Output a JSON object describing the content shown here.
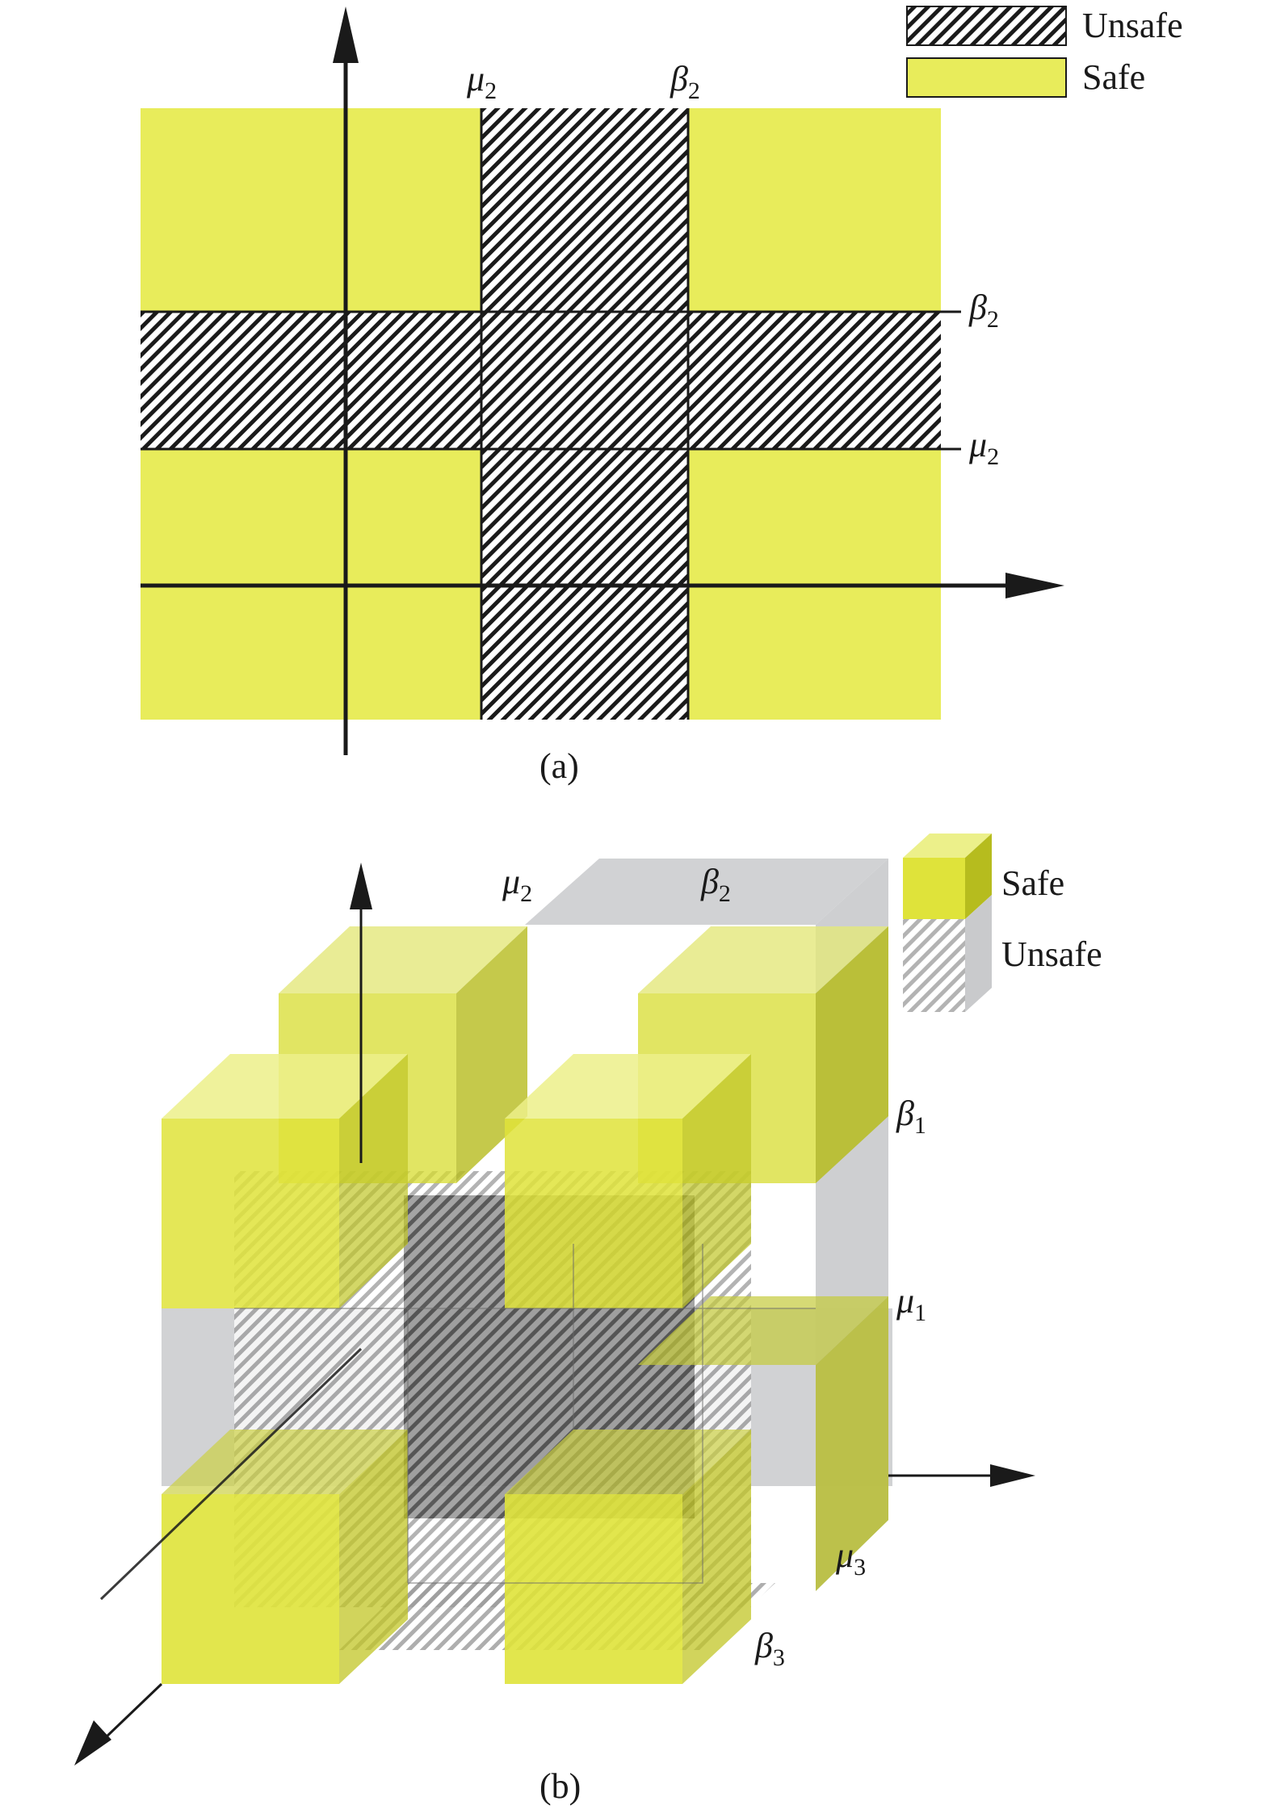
{
  "colors": {
    "safe": "#e8ec5b",
    "unsafe_hatch": "#1a1a1a",
    "unsafe_gray": "#c9cacc",
    "axis": "#1a1a1a",
    "background": "#ffffff"
  },
  "panel_a": {
    "caption": "(a)",
    "legend": {
      "unsafe_label": "Unsafe",
      "safe_label": "Safe"
    },
    "boundaries": {
      "v_left": {
        "sym": "μ",
        "sub": "2"
      },
      "v_right": {
        "sym": "β",
        "sub": "2"
      },
      "h_top": {
        "sym": "β",
        "sub": "2"
      },
      "h_bottom": {
        "sym": "μ",
        "sub": "2"
      }
    }
  },
  "panel_b": {
    "caption": "(b)",
    "legend": {
      "safe_label": "Safe",
      "unsafe_label": "Unsafe"
    },
    "boundaries": {
      "top_left": {
        "sym": "μ",
        "sub": "2"
      },
      "top_right": {
        "sym": "β",
        "sub": "2"
      },
      "right_upper": {
        "sym": "β",
        "sub": "1"
      },
      "right_lower": {
        "sym": "μ",
        "sub": "1"
      },
      "depth_back": {
        "sym": "μ",
        "sub": "3"
      },
      "depth_front": {
        "sym": "β",
        "sub": "3"
      }
    }
  }
}
